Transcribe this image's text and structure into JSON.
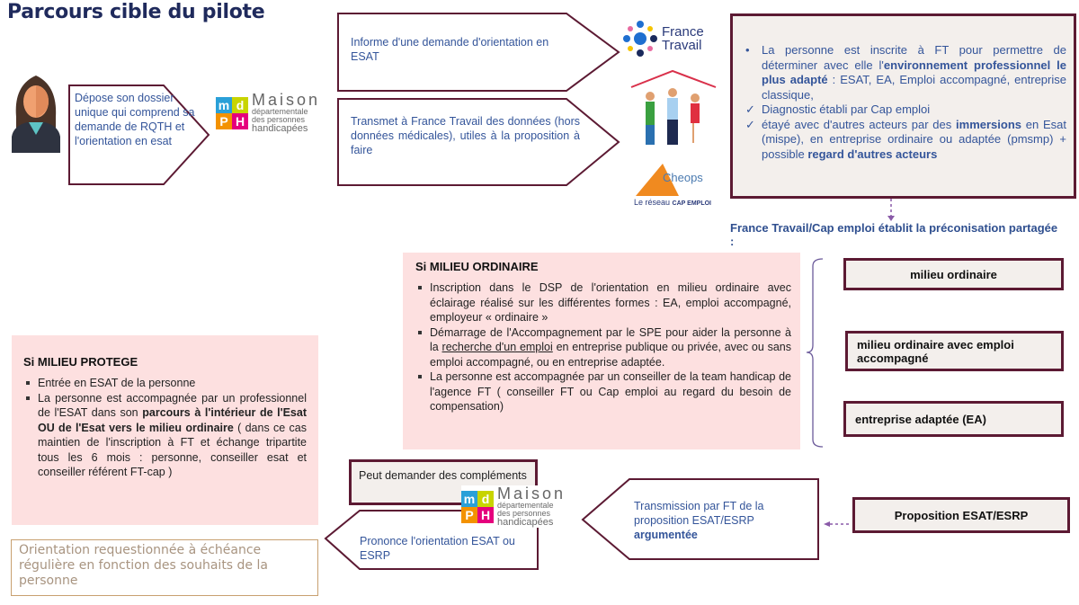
{
  "title": "Parcours cible du pilote",
  "steps": {
    "depose": "Dépose son dossier unique qui comprend sa demande de RQTH et l'orientation en esat",
    "informe": "Informe d'une demande d'orientation en ESAT",
    "transmet": "Transmet à France Travail des données (hors données médicales), utiles à la proposition à faire",
    "preconisation": "France Travail/Cap emploi établit la préconisation partagée :",
    "transmission_line1": "Transmission par FT de la proposition ESAT/ESRP",
    "transmission_bold": "argumentée",
    "prononce": "Prononce l'orientation ESAT ou ESRP",
    "peut_demander": "Peut demander des compléments",
    "orientation_requestionnee": "Orientation requestionnée à échéance régulière en fonction des souhaits de la personne"
  },
  "logos": {
    "mdph_letters": [
      "m",
      "d",
      "P",
      "H"
    ],
    "mdph_name": "Maison",
    "mdph_sub1": "départementale",
    "mdph_sub2": "des personnes",
    "mdph_sub3": "handicapées",
    "france_travail_1": "France",
    "france_travail_2": "Travail",
    "cheops": "Cheops",
    "cap_emploi": "Le réseau",
    "cap_emploi_2": "CAP EMPLOI"
  },
  "ft_box": {
    "b1_pre": "La personne est inscrite à FT pour permettre de déterminer avec elle l'",
    "b1_bold": "environnement professionnel le plus adapté",
    "b1_post": " : ESAT, EA, Emploi accompagné, entreprise classique,",
    "b2": "Diagnostic établi par Cap emploi",
    "b3_pre": "étayé avec d'autres acteurs par des ",
    "b3_bold1": "immersions",
    "b3_mid": " en Esat (mispe), en entreprise ordinaire ou adaptée (pmsmp) + possible ",
    "b3_bold2": "regard d'autres acteurs"
  },
  "milieu_ordinaire": {
    "heading": "Si MILIEU ORDINAIRE",
    "item1": "Inscription dans le DSP de l'orientation en milieu ordinaire avec éclairage réalisé sur les différentes formes : EA, emploi accompagné, employeur « ordinaire »",
    "item2_pre": "Démarrage de l'Accompagnement par le SPE pour aider la personne à la ",
    "item2_link": "recherche d'un emploi",
    "item2_post": " en entreprise publique ou privée, avec ou sans emploi accompagné, ou en entreprise adaptée.",
    "item3": "La personne est accompagnée par un conseiller de la team handicap de l'agence FT ( conseiller FT ou Cap emploi au regard du besoin de compensation)"
  },
  "milieu_protege": {
    "heading": "Si MILIEU PROTEGE",
    "item1": "Entrée en ESAT de la personne",
    "item2_pre": "La personne est accompagnée par un professionnel de l'ESAT dans son ",
    "item2_bold": "parcours à l'intérieur de l'Esat OU de l'Esat vers le milieu ordinaire",
    "item2_post": " ( dans ce cas maintien de l'inscription à FT et échange tripartite tous les 6 mois : personne, conseiller esat et conseiller référent FT-cap )"
  },
  "choices": [
    "milieu ordinaire",
    "milieu ordinaire avec emploi accompagné",
    "entreprise adaptée (EA)"
  ],
  "proposition": "Proposition  ESAT/ESRP",
  "colors": {
    "border": "#5c1a33",
    "text_blue": "#34559a",
    "pink": "#fde0e0",
    "beige": "#f3efec",
    "arrow_dashed": "#8a5aa8"
  }
}
